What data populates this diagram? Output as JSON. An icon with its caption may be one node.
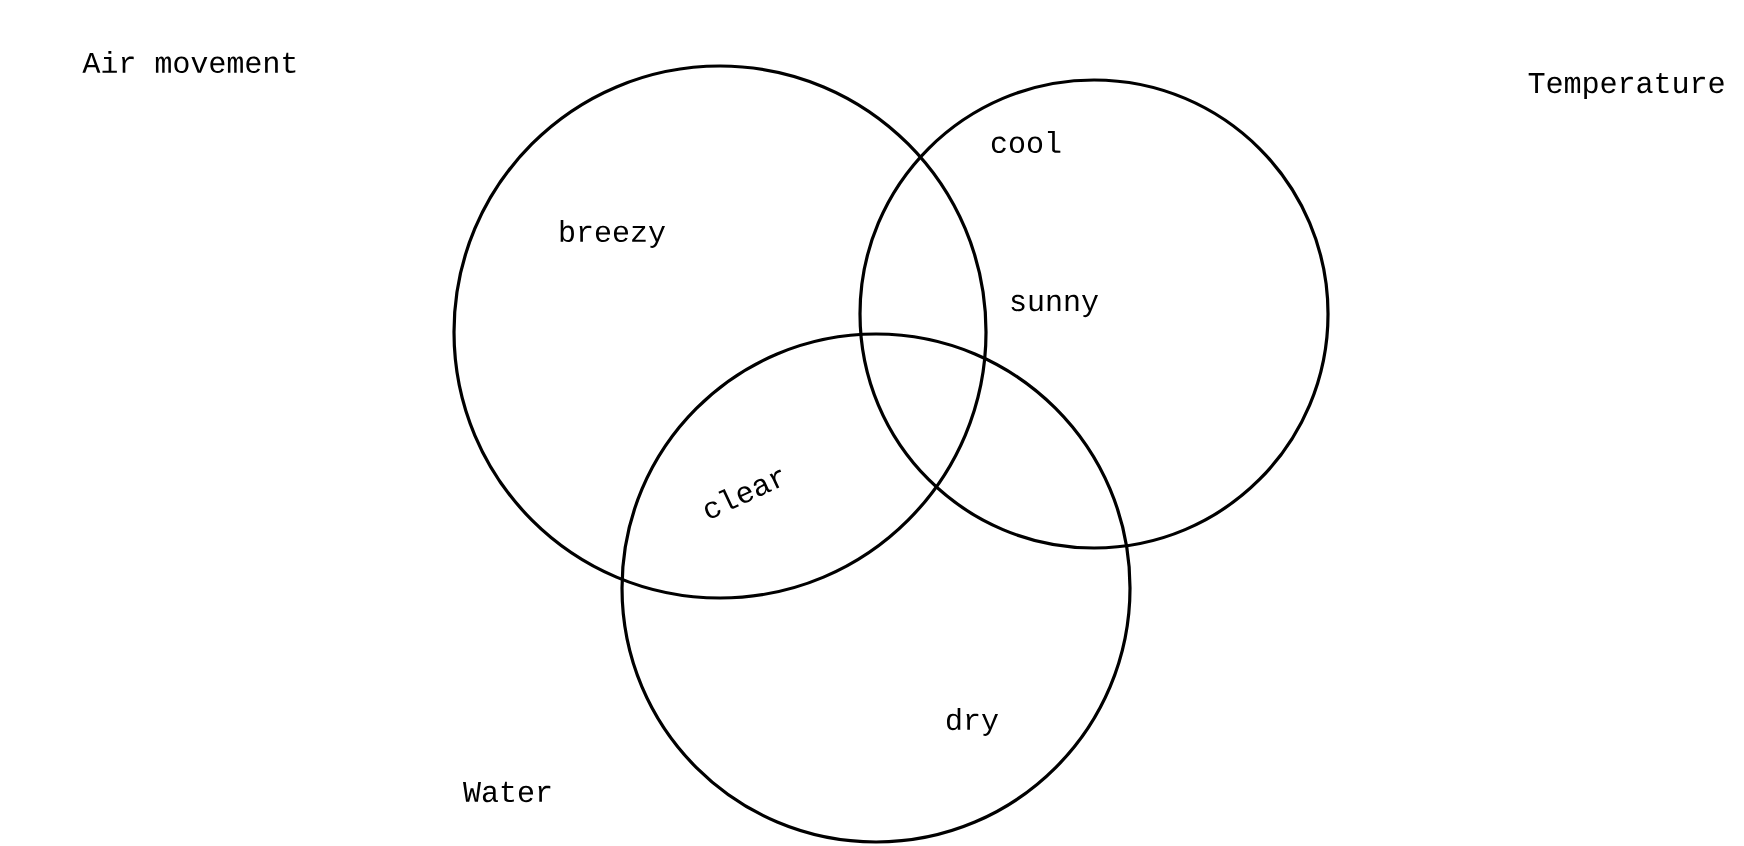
{
  "diagram": {
    "nodes": [
      {
        "text": [],
        "shape": "circle"
      },
      {
        "text": [],
        "shape": "circle"
      },
      {
        "text": [],
        "shape": "circle"
      }
    ],
    "labels": [
      "Air movement",
      "Temperature",
      "cool",
      "breezy",
      "sunny",
      "clear",
      "dry",
      "Water"
    ]
  }
}
